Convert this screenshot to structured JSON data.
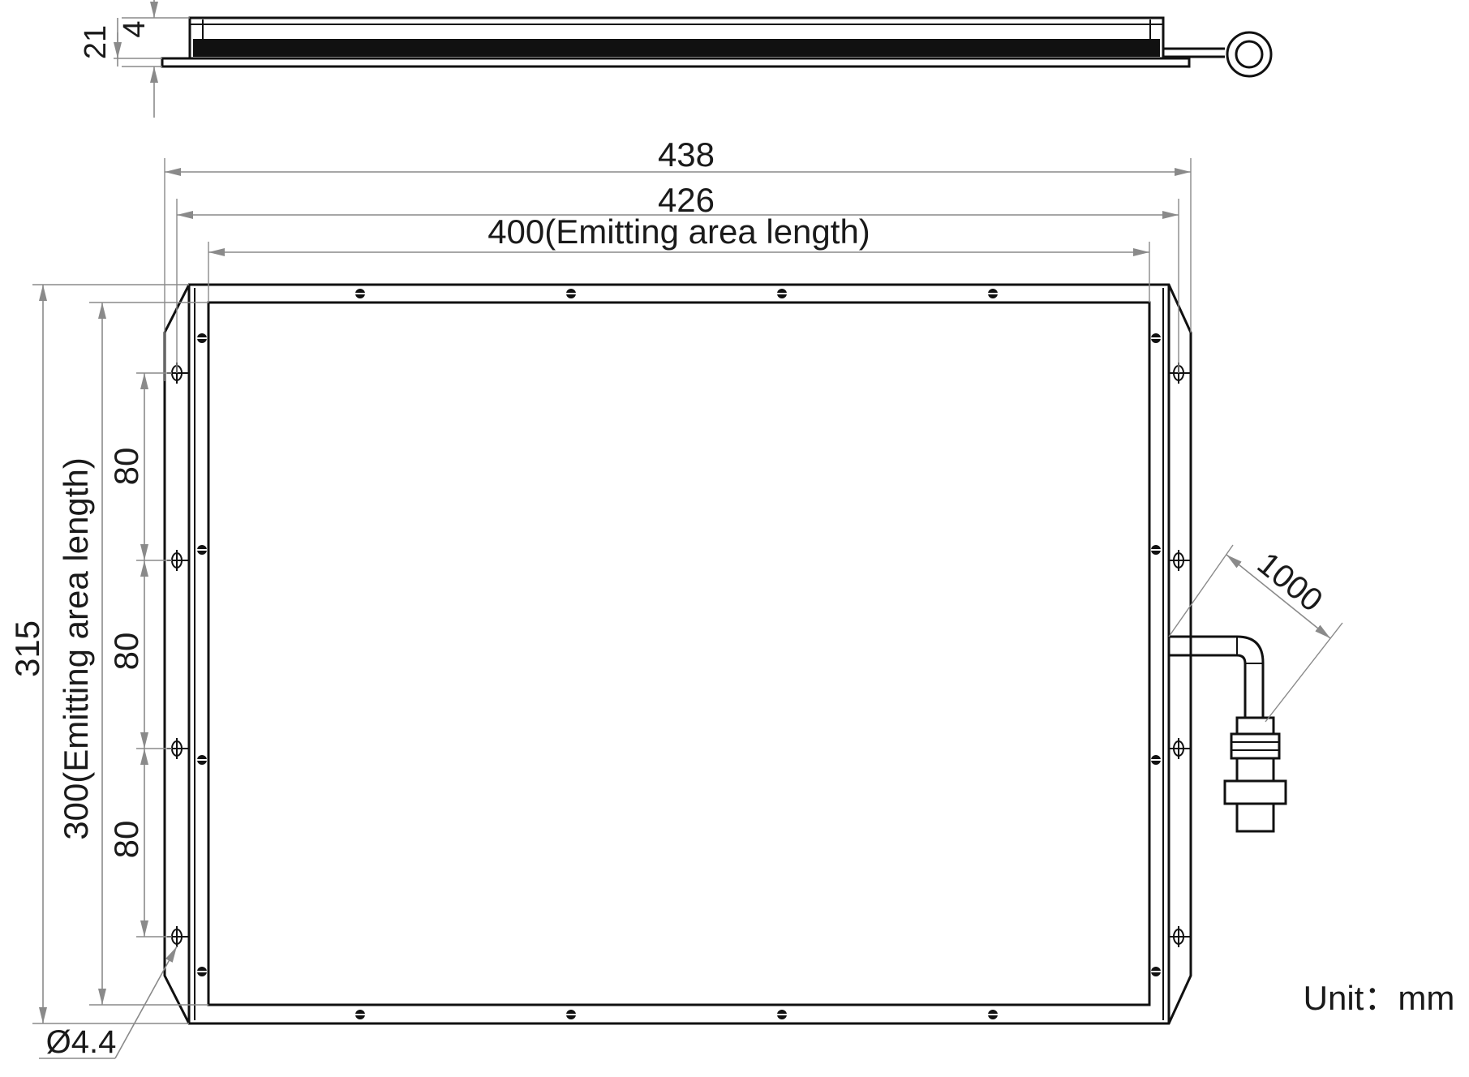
{
  "side_view": {
    "dim_height_total": "21",
    "dim_height_base": "4"
  },
  "front_view": {
    "dim_overall_width": "438",
    "dim_mount_width": "426",
    "dim_emitting_width": "400(Emitting area length)",
    "dim_overall_height": "315",
    "dim_emitting_height": "300(Emitting area length)",
    "dim_hole_pitch_1": "80",
    "dim_hole_pitch_2": "80",
    "dim_hole_pitch_3": "80",
    "dim_cable_length": "1000",
    "dim_hole_diameter": "Ø4.4"
  },
  "unit_note": "Unit：mm"
}
